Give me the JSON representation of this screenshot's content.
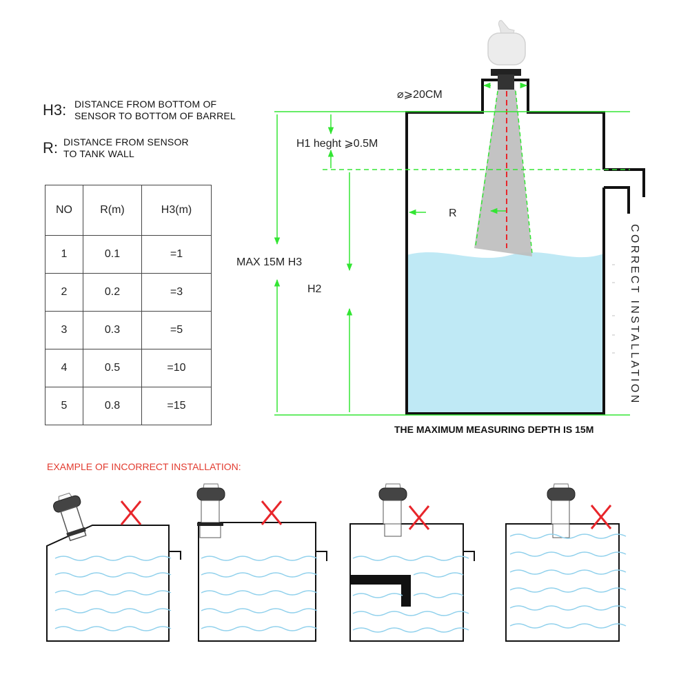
{
  "legend": [
    {
      "key": "H3:",
      "text_lines": [
        "DISTANCE FROM BOTTOM OF",
        "SENSOR TO BOTTOM OF BARREL"
      ]
    },
    {
      "key": "R:",
      "text_lines": [
        "DISTANCE FROM SENSOR",
        "TO TANK WALL"
      ]
    }
  ],
  "table": {
    "headers": [
      "NO",
      "R(m)",
      "H3(m)"
    ],
    "rows": [
      [
        "1",
        "0.1",
        "=1"
      ],
      [
        "2",
        "0.2",
        "=3"
      ],
      [
        "3",
        "0.3",
        "=5"
      ],
      [
        "4",
        "0.5",
        "=10"
      ],
      [
        "5",
        "0.8",
        "=15"
      ]
    ]
  },
  "main_diagram": {
    "diameter_label": "⌀⩾20CM",
    "h1_label": "H1 heght ⩾0.5M",
    "r_label": "R",
    "h3_label": "MAX 15M H3",
    "h2_label": "H2",
    "side_label": "CORRECT INSTALLATION",
    "depth_caption": "THE MAXIMUM MEASURING DEPTH IS 15M"
  },
  "incorrect": {
    "title": "EXAMPLE OF INCORRECT INSTALLATION:"
  },
  "colors": {
    "guide_green": "#33e533",
    "water": "#bfe9f5",
    "wave": "#8fd0ec",
    "cross_red": "#e8262b",
    "warning_red": "#e23b2f",
    "outline": "#111111"
  }
}
